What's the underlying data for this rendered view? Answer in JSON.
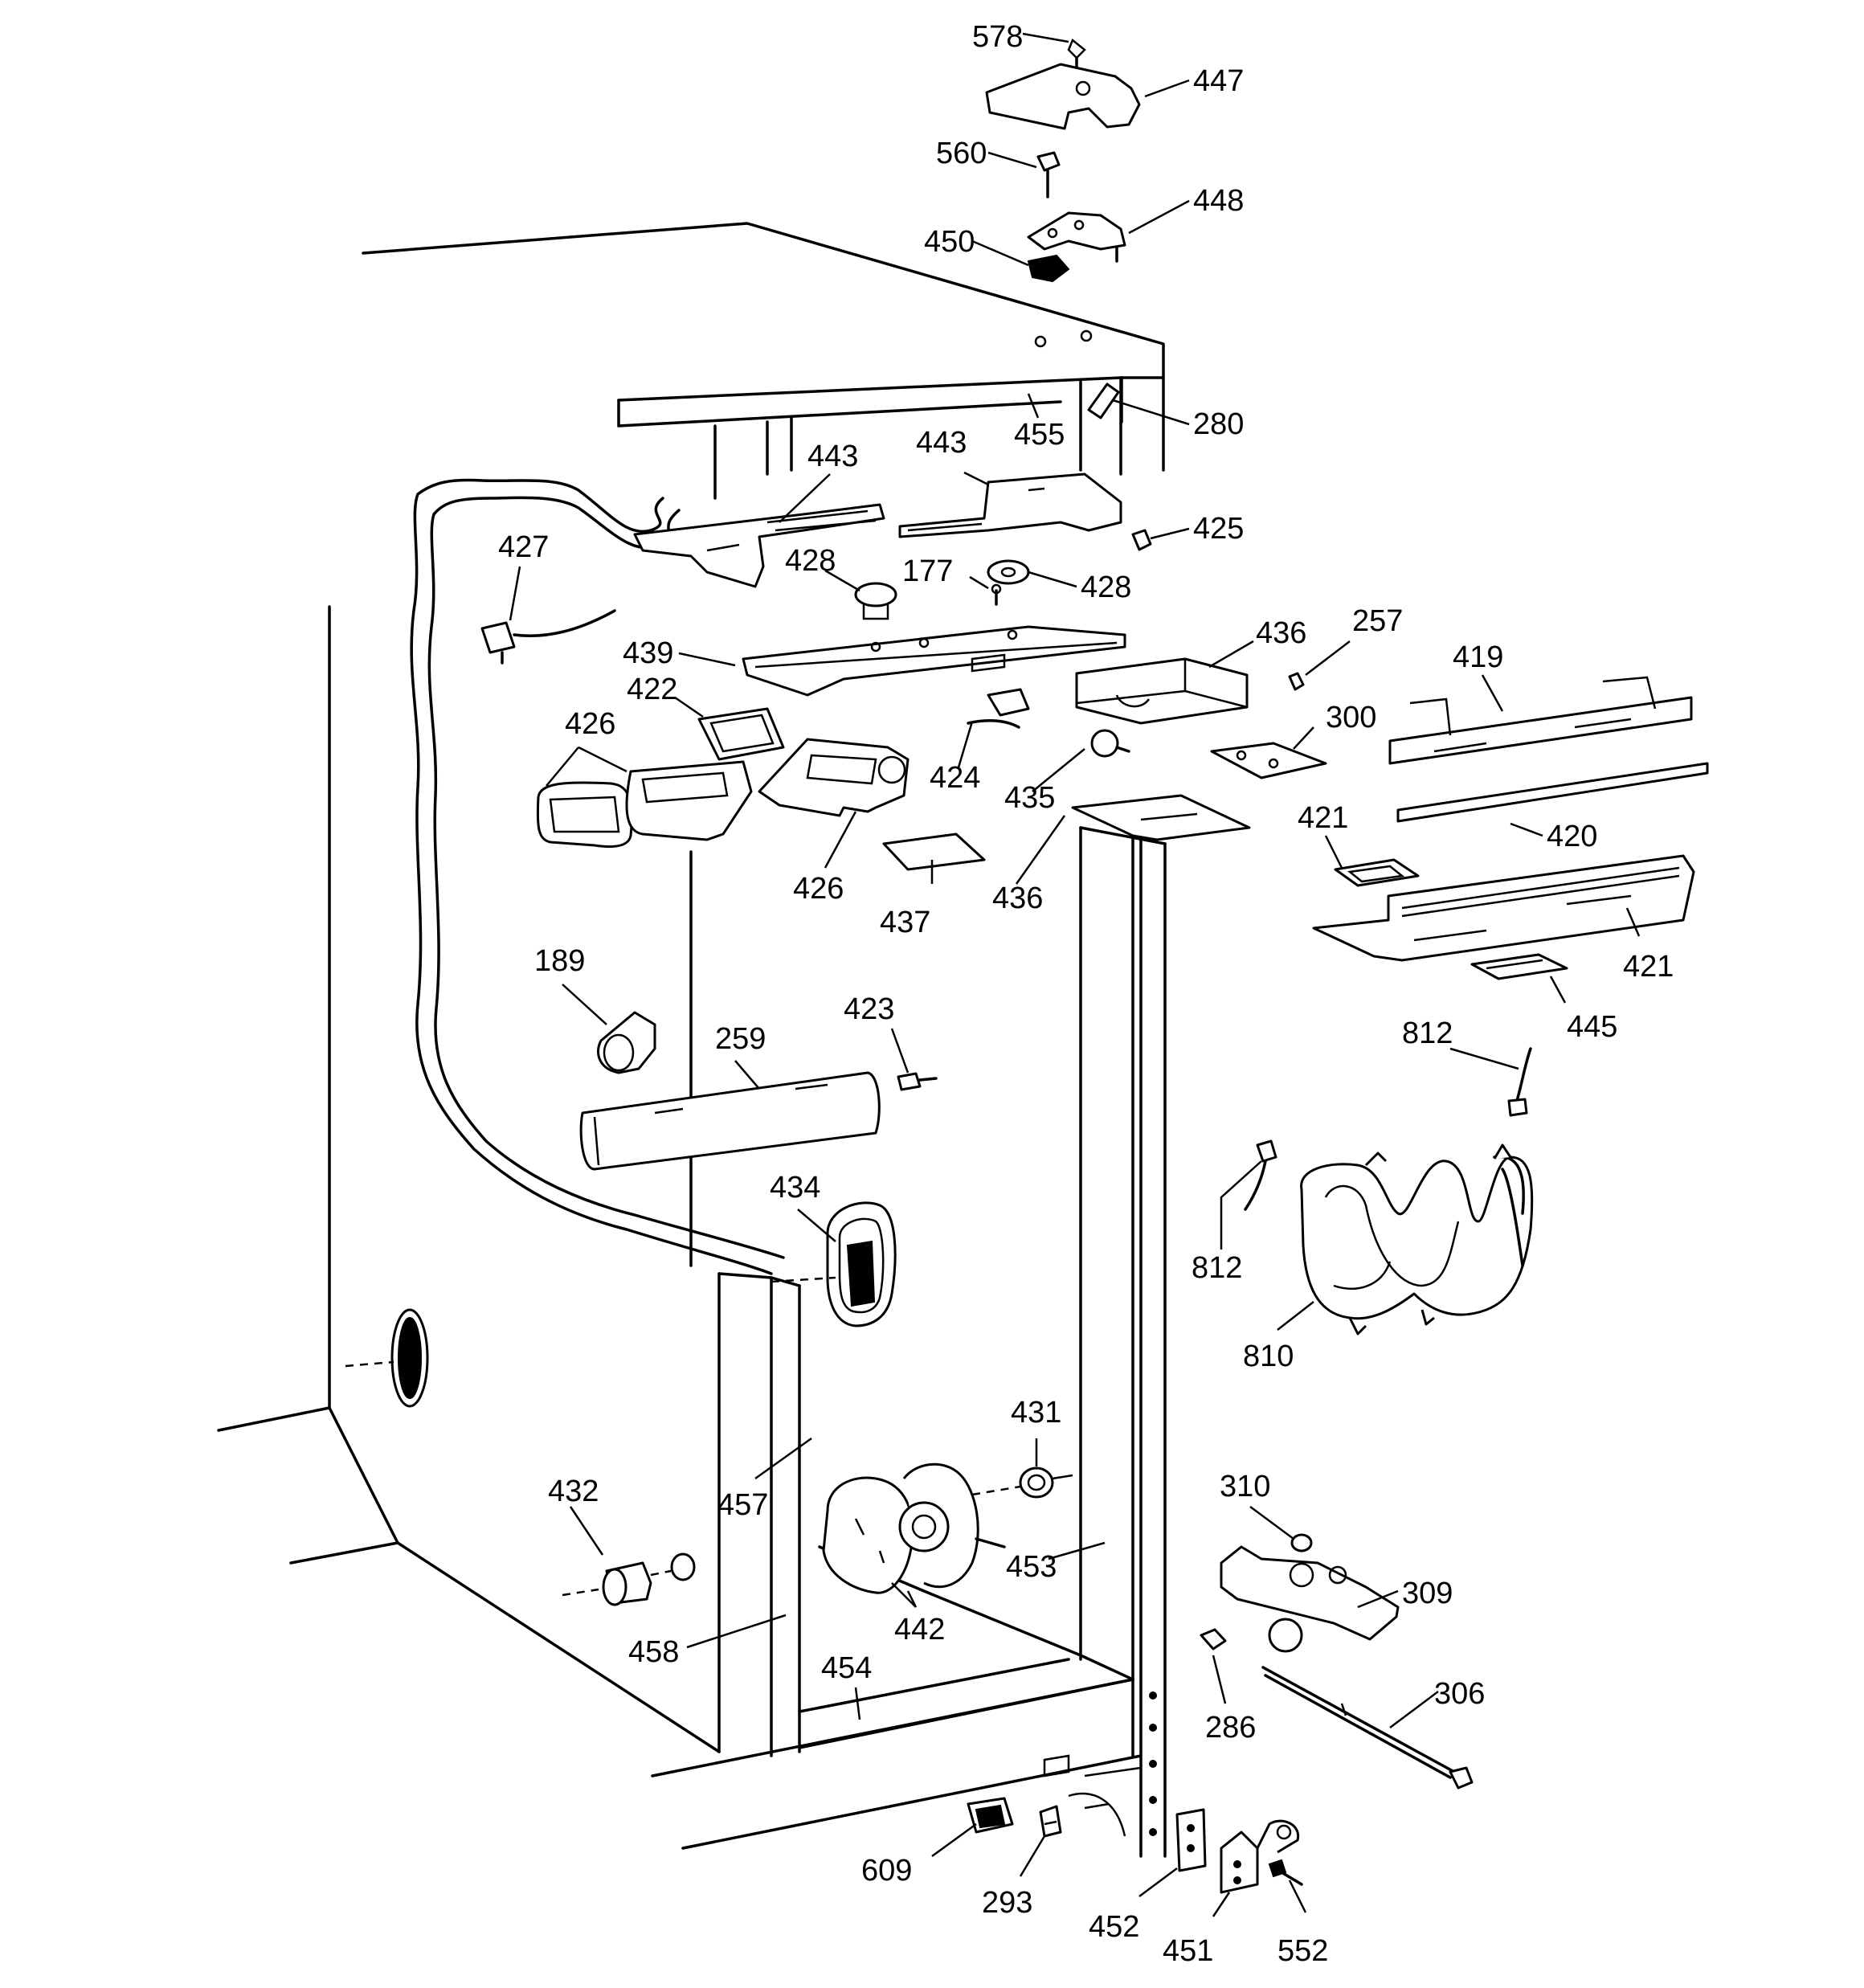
{
  "labels": [
    {
      "id": "lbl-578",
      "text": "578"
    },
    {
      "id": "lbl-447",
      "text": "447"
    },
    {
      "id": "lbl-560",
      "text": "560"
    },
    {
      "id": "lbl-448",
      "text": "448"
    },
    {
      "id": "lbl-450",
      "text": "450"
    },
    {
      "id": "lbl-280",
      "text": "280"
    },
    {
      "id": "lbl-455",
      "text": "455"
    },
    {
      "id": "lbl-443a",
      "text": "443"
    },
    {
      "id": "lbl-443b",
      "text": "443"
    },
    {
      "id": "lbl-425",
      "text": "425"
    },
    {
      "id": "lbl-427",
      "text": "427"
    },
    {
      "id": "lbl-428a",
      "text": "428"
    },
    {
      "id": "lbl-177",
      "text": "177"
    },
    {
      "id": "lbl-428b",
      "text": "428"
    },
    {
      "id": "lbl-436a",
      "text": "436"
    },
    {
      "id": "lbl-257",
      "text": "257"
    },
    {
      "id": "lbl-439",
      "text": "439"
    },
    {
      "id": "lbl-419",
      "text": "419"
    },
    {
      "id": "lbl-422",
      "text": "422"
    },
    {
      "id": "lbl-300",
      "text": "300"
    },
    {
      "id": "lbl-426a",
      "text": "426"
    },
    {
      "id": "lbl-424",
      "text": "424"
    },
    {
      "id": "lbl-435",
      "text": "435"
    },
    {
      "id": "lbl-421a",
      "text": "421"
    },
    {
      "id": "lbl-420",
      "text": "420"
    },
    {
      "id": "lbl-426b",
      "text": "426"
    },
    {
      "id": "lbl-437",
      "text": "437"
    },
    {
      "id": "lbl-436b",
      "text": "436"
    },
    {
      "id": "lbl-421b",
      "text": "421"
    },
    {
      "id": "lbl-189",
      "text": "189"
    },
    {
      "id": "lbl-445",
      "text": "445"
    },
    {
      "id": "lbl-812a",
      "text": "812"
    },
    {
      "id": "lbl-423",
      "text": "423"
    },
    {
      "id": "lbl-259",
      "text": "259"
    },
    {
      "id": "lbl-434",
      "text": "434"
    },
    {
      "id": "lbl-812b",
      "text": "812"
    },
    {
      "id": "lbl-810",
      "text": "810"
    },
    {
      "id": "lbl-431",
      "text": "431"
    },
    {
      "id": "lbl-310",
      "text": "310"
    },
    {
      "id": "lbl-432",
      "text": "432"
    },
    {
      "id": "lbl-457",
      "text": "457"
    },
    {
      "id": "lbl-453",
      "text": "453"
    },
    {
      "id": "lbl-309",
      "text": "309"
    },
    {
      "id": "lbl-442",
      "text": "442"
    },
    {
      "id": "lbl-458",
      "text": "458"
    },
    {
      "id": "lbl-454",
      "text": "454"
    },
    {
      "id": "lbl-286",
      "text": "286"
    },
    {
      "id": "lbl-306",
      "text": "306"
    },
    {
      "id": "lbl-609",
      "text": "609"
    },
    {
      "id": "lbl-293",
      "text": "293"
    },
    {
      "id": "lbl-452",
      "text": "452"
    },
    {
      "id": "lbl-451",
      "text": "451"
    },
    {
      "id": "lbl-552",
      "text": "552"
    }
  ]
}
